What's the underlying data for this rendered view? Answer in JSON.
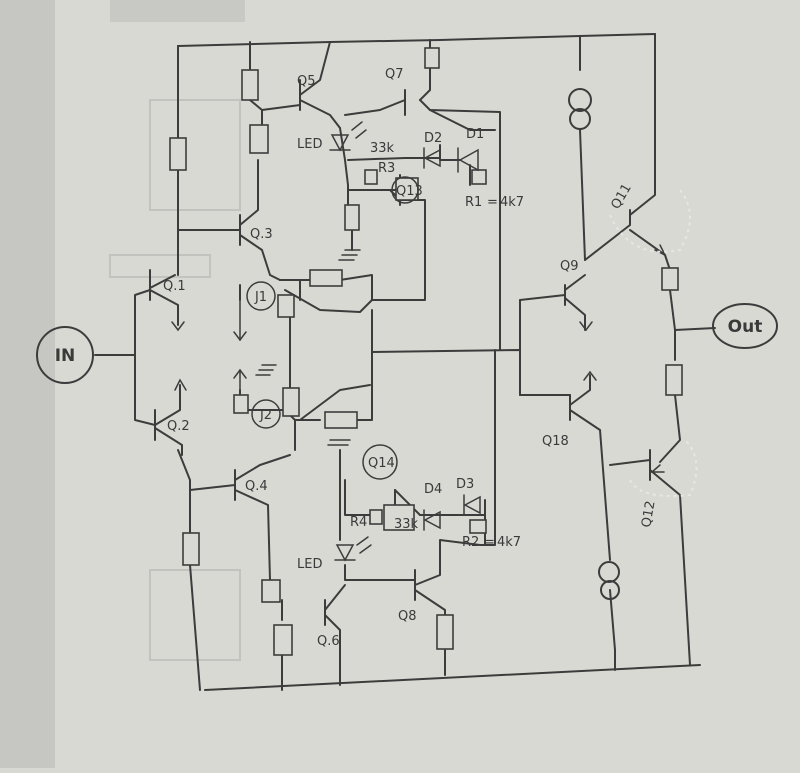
{
  "nodes": {
    "input": "IN",
    "output": "Out"
  },
  "transistors": {
    "q1": "Q.1",
    "q2": "Q.2",
    "q3": "Q.3",
    "q4": "Q.4",
    "q5": "Q5",
    "q6": "Q.6",
    "q7": "Q7",
    "q8": "Q8",
    "q9": "Q9",
    "q11": "Q11",
    "q12": "Q12",
    "q13": "Q13",
    "q14": "Q14",
    "q18": "Q18"
  },
  "jfets": {
    "j1": "J1",
    "j2": "J2"
  },
  "components": {
    "r1": "R1",
    "r1_value": "4k7",
    "r2": "R2",
    "r2_value": "4k7",
    "r3": "R3",
    "r3_value": "33k",
    "r4": "R4",
    "r4_value": "33k",
    "d1": "D1",
    "d2": "D2",
    "d3": "D3",
    "d4": "D4",
    "led_top": "LED",
    "led_bottom": "LED"
  },
  "colors": {
    "paper": "#d9d9d4",
    "ink": "#3c3c3c"
  }
}
